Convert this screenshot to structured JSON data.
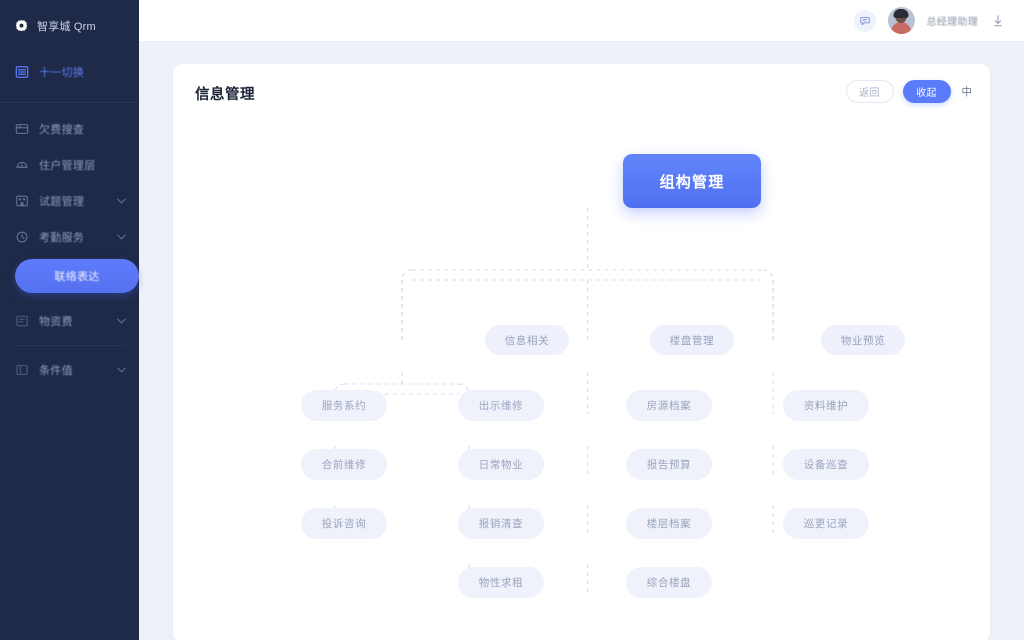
{
  "sidebar": {
    "logo": {
      "icon": "gear-logo-icon",
      "text": "智享城 Qrm"
    },
    "primary": [
      {
        "icon": "dashboard-icon",
        "label": "十一切换",
        "active_text": true
      }
    ],
    "items": [
      {
        "icon": "card-icon",
        "label": "欠费搜查",
        "chevron": false
      },
      {
        "icon": "helmet-icon",
        "label": "住户管理层",
        "chevron": false
      },
      {
        "icon": "building-icon",
        "label": "试题管理",
        "chevron": true
      },
      {
        "icon": "clock-icon",
        "label": "考勤服务",
        "chevron": true
      }
    ],
    "active_item": {
      "label": "联络表达"
    },
    "bottom_items": [
      {
        "icon": "form-icon",
        "label": "物资费",
        "chevron": true
      },
      {
        "icon": "list-icon",
        "label": "条件值",
        "chevron": true
      }
    ]
  },
  "topbar": {
    "message_icon": "chat-bubble-icon",
    "avatar": "user-avatar",
    "username": "总经理助理",
    "trailing_icon": "download-icon"
  },
  "card": {
    "title": "信息管理",
    "actions": {
      "secondary_label": "返回",
      "primary_label": "收起",
      "extra_label": "中"
    }
  },
  "tree": {
    "root": {
      "label": "组构管理"
    },
    "level2": [
      {
        "label": "信息相关"
      },
      {
        "label": "楼盘管理"
      },
      {
        "label": "物业预览"
      }
    ],
    "columns": [
      {
        "parent": "信息相关",
        "nodes": [
          {
            "label": "服务系约"
          },
          {
            "label": "合前维修"
          },
          {
            "label": "投诉咨询"
          }
        ]
      },
      {
        "parent": "信息相关",
        "nodes": [
          {
            "label": "出示维修"
          },
          {
            "label": "日常物业"
          },
          {
            "label": "报销清查"
          },
          {
            "label": "物性求租"
          }
        ]
      },
      {
        "parent": "楼盘管理",
        "nodes": [
          {
            "label": "房源档案"
          },
          {
            "label": "报告预算"
          },
          {
            "label": "楼层档案"
          },
          {
            "label": "综合楼盘"
          }
        ]
      },
      {
        "parent": "物业预览",
        "nodes": [
          {
            "label": "资料维护"
          },
          {
            "label": "设备巡查"
          },
          {
            "label": "巡更记录"
          }
        ]
      }
    ]
  },
  "colors": {
    "sidebar_bg": "#1e2a47",
    "accent": "#5b7cfa",
    "page_bg": "#eef1f7",
    "card_bg": "#ffffff",
    "node_bg": "#eef1fb",
    "node_text": "#98a2bd"
  }
}
